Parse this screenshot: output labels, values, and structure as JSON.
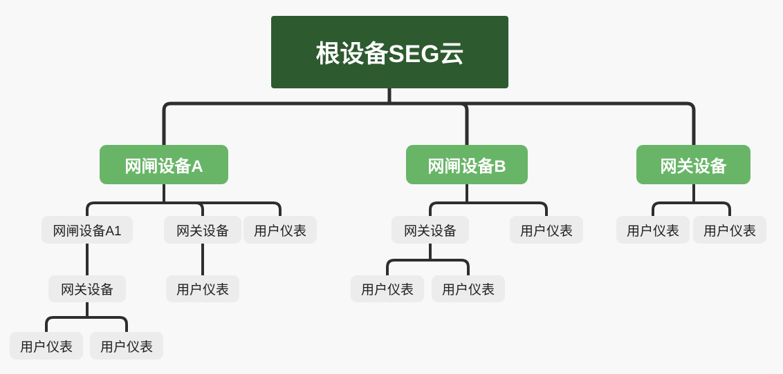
{
  "colors": {
    "background": "#f8f8f8",
    "line": "#2e2e2e",
    "root_fill": "#2d5a2f",
    "root_text": "#ffffff",
    "branch_fill": "#68b568",
    "branch_text": "#ffffff",
    "leaf_fill": "#ececec",
    "leaf_text": "#1f1f1f"
  },
  "tree": {
    "label": "根设备SEG云",
    "children": [
      {
        "label": "网闸设备A",
        "children": [
          {
            "label": "网闸设备A1",
            "children": [
              {
                "label": "网关设备",
                "children": [
                  {
                    "label": "用户仪表"
                  },
                  {
                    "label": "用户仪表"
                  }
                ]
              }
            ]
          },
          {
            "label": "网关设备",
            "children": [
              {
                "label": "用户仪表"
              }
            ]
          },
          {
            "label": "用户仪表"
          }
        ]
      },
      {
        "label": "网闸设备B",
        "children": [
          {
            "label": "网关设备",
            "children": [
              {
                "label": "用户仪表"
              },
              {
                "label": "用户仪表"
              }
            ]
          },
          {
            "label": "用户仪表"
          }
        ]
      },
      {
        "label": "网关设备",
        "children": [
          {
            "label": "用户仪表"
          },
          {
            "label": "用户仪表"
          }
        ]
      }
    ]
  }
}
